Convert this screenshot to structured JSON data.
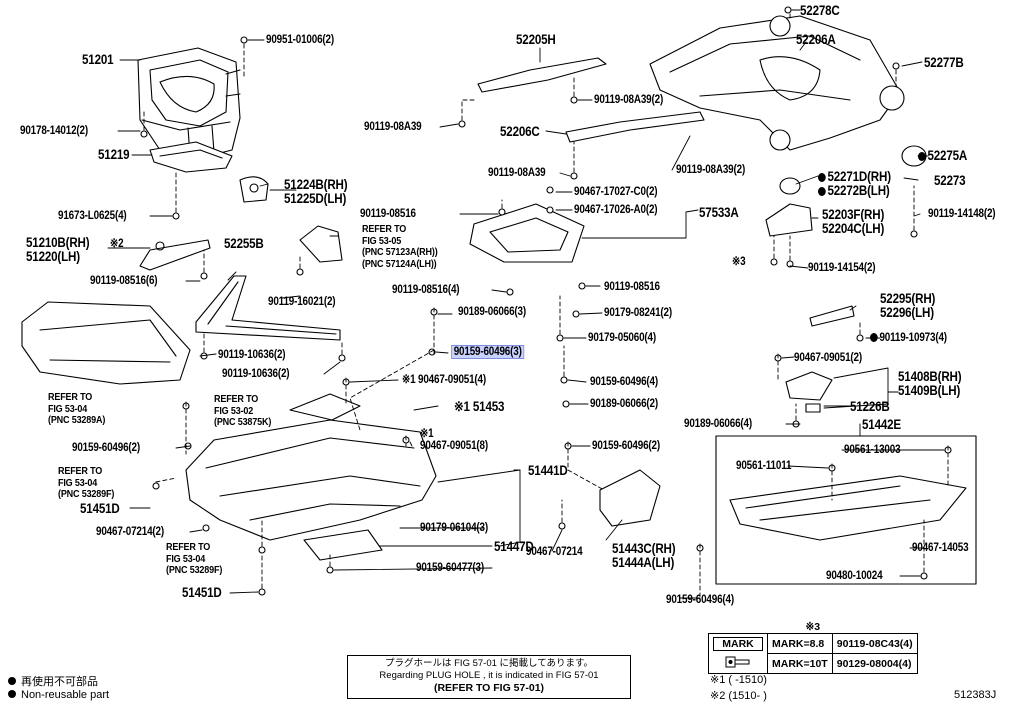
{
  "labels": [
    {
      "id": "l52278c",
      "lines": [
        "52278C"
      ],
      "big": true
    },
    {
      "id": "l52205h",
      "lines": [
        "52205H"
      ],
      "big": true
    },
    {
      "id": "l52206a",
      "lines": [
        "52206A"
      ],
      "big": true
    },
    {
      "id": "l52277b",
      "lines": [
        "52277B"
      ],
      "big": true
    },
    {
      "id": "l51201",
      "lines": [
        "51201"
      ],
      "big": true
    },
    {
      "id": "l9095101006",
      "lines": [
        "90951-01006(2)"
      ]
    },
    {
      "id": "l9011908a39a",
      "lines": [
        "90119-08A39(2)"
      ]
    },
    {
      "id": "l9011908a39b",
      "lines": [
        "90119-08A39"
      ]
    },
    {
      "id": "l52206c",
      "lines": [
        "52206C"
      ],
      "big": true
    },
    {
      "id": "l9017814012",
      "lines": [
        "90178-14012(2)"
      ]
    },
    {
      "id": "l51219",
      "lines": [
        "51219"
      ],
      "big": true
    },
    {
      "id": "l9011908a39c",
      "lines": [
        "90119-08A39"
      ]
    },
    {
      "id": "l9011908a39d",
      "lines": [
        "90119-08A39(2)"
      ]
    },
    {
      "id": "l52275a",
      "lines": [
        "52275A"
      ],
      "big": true,
      "dot": true
    },
    {
      "id": "l52271d",
      "lines": [
        "52271D(RH)"
      ],
      "big": true,
      "dot": true
    },
    {
      "id": "l52272b",
      "lines": [
        "52272B(LH)"
      ],
      "big": true,
      "dot": true
    },
    {
      "id": "l52273",
      "lines": [
        "52273"
      ],
      "big": true
    },
    {
      "id": "l51224b",
      "lines": [
        "51224B(RH)",
        "51225D(LH)"
      ],
      "big": true
    },
    {
      "id": "l9046717027",
      "lines": [
        "90467-17027-C0(2)"
      ]
    },
    {
      "id": "l9046717026",
      "lines": [
        "90467-17026-A0(2)"
      ]
    },
    {
      "id": "l57533a",
      "lines": [
        "57533A"
      ],
      "big": true
    },
    {
      "id": "l9167310625",
      "lines": [
        "91673-L0625(4)"
      ]
    },
    {
      "id": "l9011908516a",
      "lines": [
        "90119-08516"
      ]
    },
    {
      "id": "l52203f",
      "lines": [
        "52203F(RH)",
        "52204C(LH)"
      ],
      "big": true
    },
    {
      "id": "l9011914148",
      "lines": [
        "90119-14148(2)"
      ]
    },
    {
      "id": "l51210b",
      "lines": [
        "51210B(RH)",
        "51220(LH)"
      ],
      "big": true
    },
    {
      "id": "lx2a",
      "lines": [
        "※2"
      ]
    },
    {
      "id": "l52255b",
      "lines": [
        "52255B"
      ],
      "big": true
    },
    {
      "id": "lref5305",
      "lines": [
        "REFER TO",
        "FIG 53-05",
        "(PNC 57123A(RH))",
        "(PNC 57124A(LH))"
      ],
      "blk": true
    },
    {
      "id": "lx3a",
      "lines": [
        "※3"
      ]
    },
    {
      "id": "l9011914154",
      "lines": [
        "90119-14154(2)"
      ]
    },
    {
      "id": "l9011908516b",
      "lines": [
        "90119-08516(6)"
      ]
    },
    {
      "id": "l9011908516c",
      "lines": [
        "90119-08516(4)"
      ]
    },
    {
      "id": "l9011908516d",
      "lines": [
        "90119-08516"
      ]
    },
    {
      "id": "l9011916021",
      "lines": [
        "90119-16021(2)"
      ]
    },
    {
      "id": "l9018906066a",
      "lines": [
        "90189-06066(3)"
      ]
    },
    {
      "id": "l9017908241",
      "lines": [
        "90179-08241(2)"
      ]
    },
    {
      "id": "l52295",
      "lines": [
        "52295(RH)",
        "52296(LH)"
      ],
      "big": true
    },
    {
      "id": "l9011910973",
      "lines": [
        "90119-10973(4)"
      ],
      "dot": true
    },
    {
      "id": "l9017905060",
      "lines": [
        "90179-05060(4)"
      ]
    },
    {
      "id": "l9011910636a",
      "lines": [
        "90119-10636(2)"
      ]
    },
    {
      "id": "l9011910636b",
      "lines": [
        "90119-10636(2)"
      ]
    },
    {
      "id": "l9015960496hl",
      "lines": [
        "90159-60496(3)"
      ],
      "hl": true
    },
    {
      "id": "l9046709051a",
      "lines": [
        "90467-09051(2)"
      ]
    },
    {
      "id": "l51408b",
      "lines": [
        "51408B(RH)",
        "51409B(LH)"
      ],
      "big": true
    },
    {
      "id": "lref5304a",
      "lines": [
        "REFER TO",
        "FIG 53-04",
        "(PNC 53289A)"
      ],
      "blk": true
    },
    {
      "id": "l9046709051b",
      "lines": [
        "※1 90467-09051(4)"
      ]
    },
    {
      "id": "l9015960496a",
      "lines": [
        "90159-60496(4)"
      ]
    },
    {
      "id": "lref5302",
      "lines": [
        "REFER TO",
        "FIG 53-02",
        "(PNC 53875K)"
      ],
      "blk": true
    },
    {
      "id": "l51453",
      "lines": [
        "※1 51453"
      ],
      "big": true
    },
    {
      "id": "l9018906066b",
      "lines": [
        "90189-06066(2)"
      ]
    },
    {
      "id": "l51226b",
      "lines": [
        "51226B"
      ],
      "big": true
    },
    {
      "id": "l9018906066c",
      "lines": [
        "90189-06066(4)"
      ]
    },
    {
      "id": "l51442e",
      "lines": [
        "51442E"
      ],
      "big": true
    },
    {
      "id": "l9015960496b",
      "lines": [
        "90159-60496(2)"
      ]
    },
    {
      "id": "lx1b",
      "lines": [
        "※1"
      ]
    },
    {
      "id": "l9046709051c",
      "lines": [
        "90467-09051(8)"
      ]
    },
    {
      "id": "l9015960496c",
      "lines": [
        "90159-60496(2)"
      ]
    },
    {
      "id": "l9056111011",
      "lines": [
        "90561-11011"
      ]
    },
    {
      "id": "l9056113003",
      "lines": [
        "90561-13003"
      ]
    },
    {
      "id": "lref5304b",
      "lines": [
        "REFER TO",
        "FIG 53-04",
        "(PNC 53289F)"
      ],
      "blk": true
    },
    {
      "id": "l51441d",
      "lines": [
        "51441D"
      ],
      "big": true
    },
    {
      "id": "l51451da",
      "lines": [
        "51451D"
      ],
      "big": true
    },
    {
      "id": "l9046707214a",
      "lines": [
        "90467-07214(2)"
      ]
    },
    {
      "id": "l9017906104",
      "lines": [
        "90179-06104(3)"
      ]
    },
    {
      "id": "l51443c",
      "lines": [
        "51443C(RH)",
        "51444A(LH)"
      ],
      "big": true
    },
    {
      "id": "lref5304c",
      "lines": [
        "REFER TO",
        "FIG 53-04",
        "(PNC 53289F)"
      ],
      "blk": true
    },
    {
      "id": "l51447d",
      "lines": [
        "51447D"
      ],
      "big": true
    },
    {
      "id": "l9046707214b",
      "lines": [
        "90467-07214"
      ]
    },
    {
      "id": "l9046714053",
      "lines": [
        "90467-14053"
      ]
    },
    {
      "id": "l9015960477",
      "lines": [
        "90159-60477(3)"
      ]
    },
    {
      "id": "l9048010024",
      "lines": [
        "90480-10024"
      ]
    },
    {
      "id": "l51451db",
      "lines": [
        "51451D"
      ],
      "big": true
    },
    {
      "id": "l9015960496d",
      "lines": [
        "90159-60496(4)"
      ]
    }
  ],
  "mark_table": {
    "heading": "※3",
    "col_mark": "MARK",
    "rows": [
      {
        "mark": "MARK=8.8",
        "part": "90119-08C43(4)"
      },
      {
        "mark": "MARK=10T",
        "part": "90129-08004(4)"
      }
    ]
  },
  "notes": {
    "jp": "プラグホールは FIG 57-01 に掲載してあります。",
    "en": "Regarding PLUG HOLE , it is indicated in FIG 57-01",
    "ref": "(REFER TO FIG 57-01)"
  },
  "legend": {
    "jp": "再使用不可部品",
    "en": "Non-reusable part"
  },
  "footnotes": {
    "x1": "※1 (      -1510)",
    "x2": "※2 (1510-      )"
  },
  "figure_code": "512383J"
}
